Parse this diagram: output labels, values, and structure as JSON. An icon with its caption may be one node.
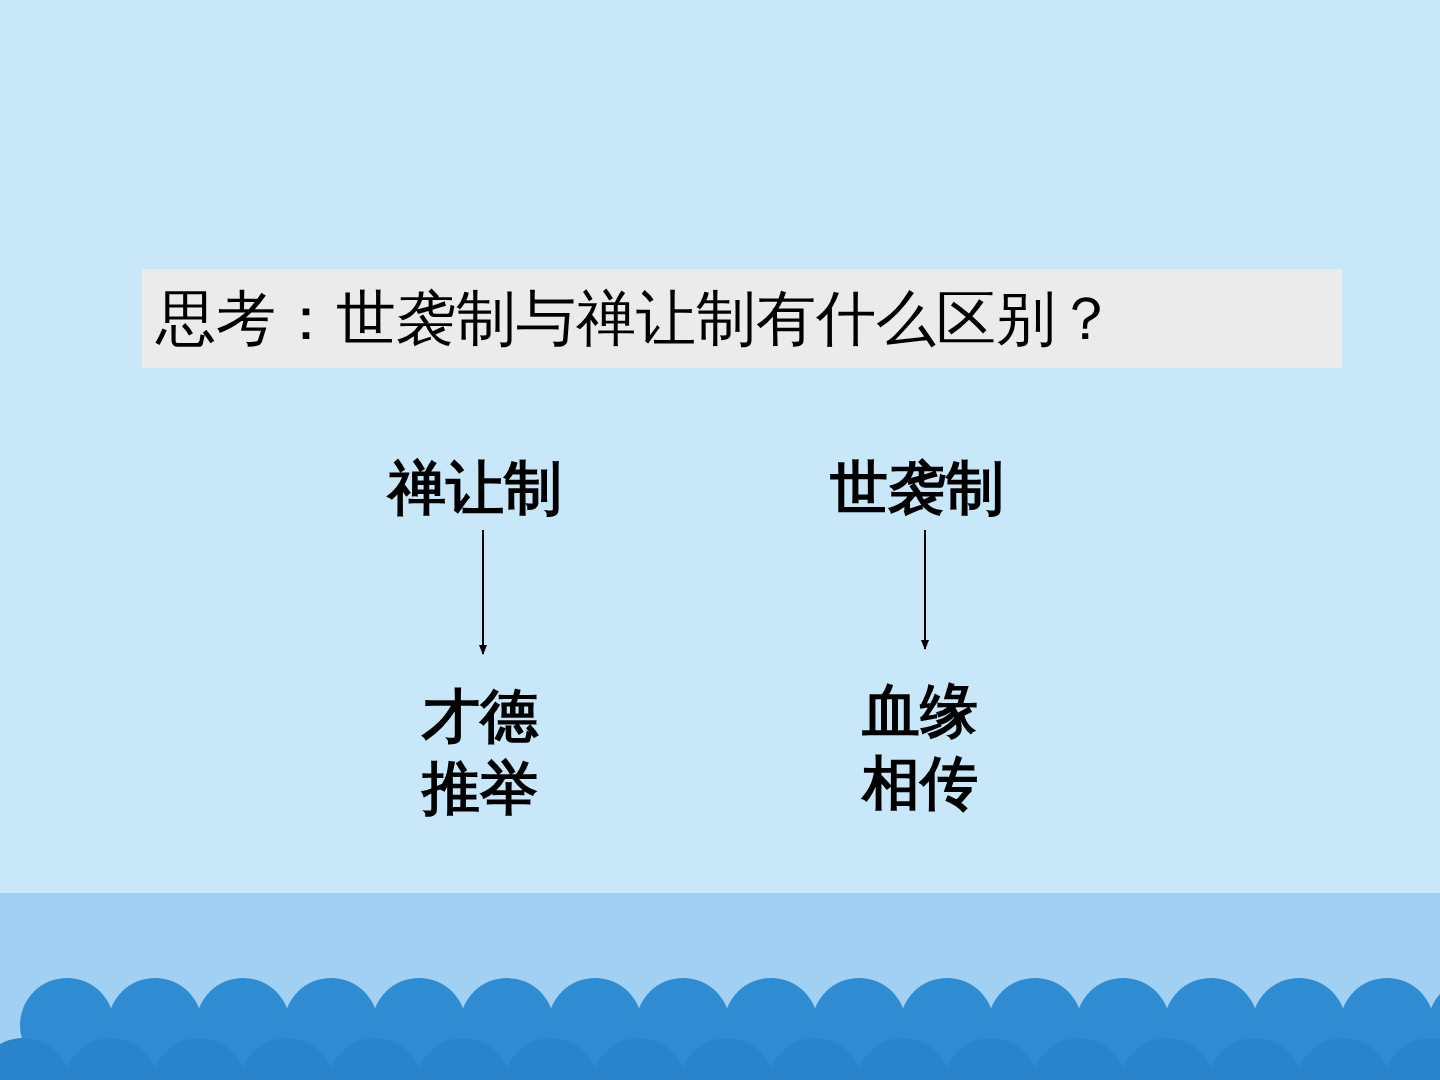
{
  "diagram": {
    "title": "思考：世袭制与禅让制有什么区别？",
    "nodes": [
      {
        "text": [
          "禅让制"
        ]
      },
      {
        "text": [
          "才德推举"
        ]
      },
      {
        "text": [
          "世袭制"
        ]
      },
      {
        "text": [
          "血缘相传"
        ]
      }
    ],
    "edges": [
      {
        "from": 0,
        "to": 1,
        "arrow": "to"
      },
      {
        "from": 2,
        "to": 3,
        "arrow": "to"
      }
    ]
  }
}
